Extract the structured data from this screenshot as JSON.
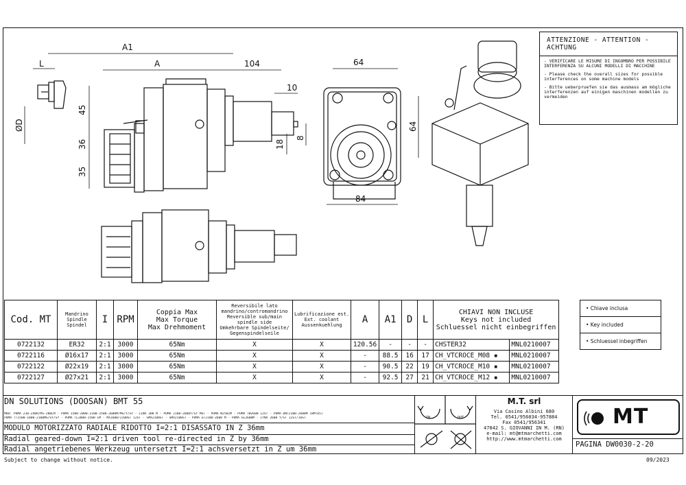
{
  "drawing": {
    "dims": {
      "A1": "A1",
      "A": "A",
      "d104": "104",
      "L": "L",
      "d10": "10",
      "d45": "45",
      "d36": "36",
      "d35": "35",
      "d18": "18",
      "d8": "8",
      "OD": "ØD",
      "w64": "64",
      "h64": "64",
      "w84": "84"
    }
  },
  "warning": {
    "title": "ATTENZIONE - ATTENTION - ACHTUNG",
    "lines": [
      "- VERIFICARE LE MISURE DI INGOMBRO PER POSSIBILE INTERFERENZA SU ALCUNI MODELLI DI MACCHINE",
      "- Please check the overall sizes for possible interferences on some machine models",
      "- Bitte ueberpruefen sie das ausmass am mögliche interferenzen auf einigen maschinen modellen zu vermeiden"
    ]
  },
  "table": {
    "headers": {
      "cod": "Cod. MT",
      "spindle": [
        "Mandrino",
        "Spindle",
        "Spindel"
      ],
      "i": "I",
      "rpm": "RPM",
      "torque": [
        "Coppia Max",
        "Max Torque",
        "Max Drehmoment"
      ],
      "reversible": [
        "Reversibile lato",
        "mandrino/contromandrino",
        "Reversible sub/main",
        "spindle side",
        "Umkehrbare Spindelseite/",
        "Gegenspindelseile"
      ],
      "coolant": [
        "Lubrificazione est.",
        "Ext. coolant",
        "Aussenkuehlung"
      ],
      "A": "A",
      "A1": "A1",
      "D": "D",
      "L": "L",
      "keys": [
        "CHIAVI NON INCLUSE",
        "Keys not included",
        "Schluessel nicht einbegriffen"
      ]
    },
    "rows": [
      {
        "cod": "0722132",
        "spindle": "ER32",
        "i": "2:1",
        "rpm": "3000",
        "torque": "65Nm",
        "rev": "X",
        "cool": "X",
        "A": "120.56",
        "A1": "-",
        "D": "-",
        "L": "-",
        "key1": "CHSTER32",
        "key2": "MNL0210007"
      },
      {
        "cod": "0722116",
        "spindle": "Ø16x17",
        "i": "2:1",
        "rpm": "3000",
        "torque": "65Nm",
        "rev": "X",
        "cool": "X",
        "A": "-",
        "A1": "88.5",
        "D": "16",
        "L": "17",
        "key1": "CH_VTCROCE_M08 ▪",
        "key2": "MNL0210007"
      },
      {
        "cod": "0722122",
        "spindle": "Ø22x19",
        "i": "2:1",
        "rpm": "3000",
        "torque": "65Nm",
        "rev": "X",
        "cool": "X",
        "A": "-",
        "A1": "90.5",
        "D": "22",
        "L": "19",
        "key1": "CH_VTCROCE_M10 ▪",
        "key2": "MNL0210007"
      },
      {
        "cod": "0722127",
        "spindle": "Ø27x21",
        "i": "2:1",
        "rpm": "3000",
        "torque": "65Nm",
        "rev": "X",
        "cool": "X",
        "A": "-",
        "A1": "92.5",
        "D": "27",
        "L": "21",
        "key1": "CH_VTCROCE_M12 ▪",
        "key2": "MNL0210007"
      }
    ]
  },
  "legend": [
    "• Chiave inclusa",
    "• Key included",
    "• Schluessel inbegriffen"
  ],
  "titleblock": {
    "machine": "DN SOLUTIONS (DOOSAN)   BMT 55",
    "models": [
      "MOD: PUMA 230-240R/MS-280LM - PUMA 1500-2000-2100-2500-2600M/MS/Y/SY - LINX 300 M - PUMA 2100-2600Y/SY MST - PUMA N2501M - PUMA TW2600 12ST - PUMA DNT2100-2600M (BMT65)",
      "PUMA TT1500-1800-2100MS/SY/SY - PUMA TL2000-2500 LM - MX1600/2100ST 12ST - SMX2100ST - SMX2100ST - PUMA GT2100-2600 M - PUMA GL2600M - LYNX 2600 Y/ST 12ST/16ST"
    ],
    "desc_it": "MODULO MOTORIZZATO RADIALE RIDOTTO I=2:1 DISASSATO IN Z 36mm",
    "desc_en": "Radial geared-down I=2:1 driven tool re-directed in Z by 36mm",
    "desc_de": "Radial angetriebenes Werkzeug untersetzt I=2:1 achsversetzt in Z um 36mm",
    "in_label": "IN",
    "out_label": "OUT",
    "company": "M.T. srl",
    "address": [
      "Via Casino Albini 680",
      "Tel. 0541/956034-957884",
      "Fax 0541/956341",
      "47842 S. GIOVANNI IN M. (RN)",
      "e-mail: mt@mtmarchetti.com",
      "http://www.mtmarchetti.com"
    ],
    "logo": "MT",
    "page": "PAGINA DW0030-2-20"
  },
  "footer": {
    "note": "Subject to change without notice.",
    "date": "09/2023"
  }
}
